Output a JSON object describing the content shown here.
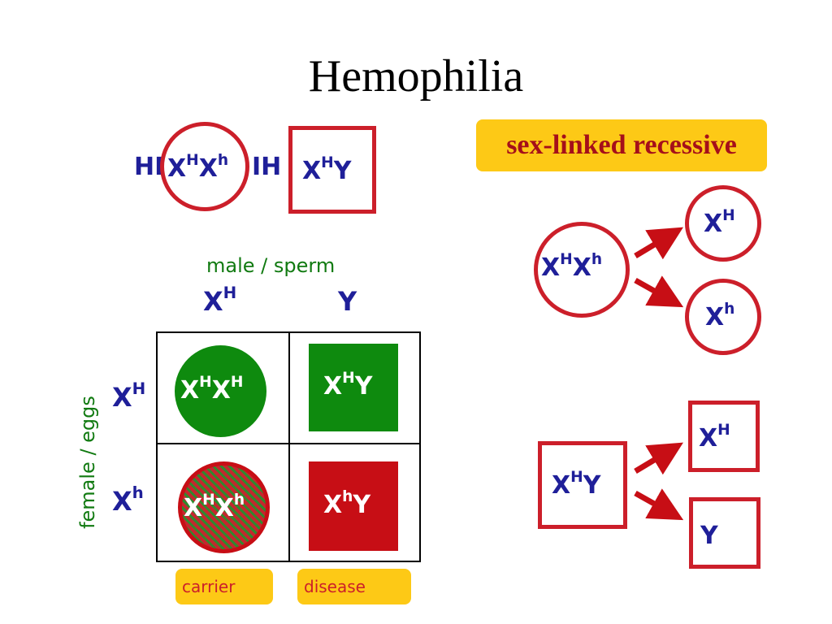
{
  "title": "Hemophilia",
  "parents": {
    "mother_left_partial": "HI",
    "mother_genotype": {
      "base1": "X",
      "sup1": "H",
      "base2": "X",
      "sup2": "h"
    },
    "father_left_partial": "IH",
    "father_genotype": {
      "base1": "X",
      "sup1": "H",
      "base2": "Y"
    }
  },
  "badge": "sex-linked recessive",
  "punnett": {
    "top_label": "male / sperm",
    "side_label": "female / eggs",
    "col_headers": [
      {
        "base": "X",
        "sup": "H"
      },
      {
        "base": "Y",
        "sup": ""
      }
    ],
    "row_headers": [
      {
        "base": "X",
        "sup": "H"
      },
      {
        "base": "X",
        "sup": "h"
      }
    ],
    "cells": [
      {
        "base1": "X",
        "sup1": "H",
        "base2": "X",
        "sup2": "H",
        "shape": "circle",
        "fill": "#0e8a0e"
      },
      {
        "base1": "X",
        "sup1": "H",
        "base2": "Y",
        "sup2": "",
        "shape": "square",
        "fill": "#0e8a0e"
      },
      {
        "base1": "X",
        "sup1": "H",
        "base2": "X",
        "sup2": "h",
        "shape": "circle",
        "fill": "hatched"
      },
      {
        "base1": "X",
        "sup1": "h",
        "base2": "Y",
        "sup2": "",
        "shape": "square",
        "fill": "#c70e15"
      }
    ],
    "legend": [
      "carrier",
      "disease"
    ]
  },
  "female_split": {
    "parent": {
      "base1": "X",
      "sup1": "H",
      "base2": "X",
      "sup2": "h"
    },
    "gametes": [
      {
        "base": "X",
        "sup": "H"
      },
      {
        "base": "X",
        "sup": "h"
      }
    ]
  },
  "male_split": {
    "parent": {
      "base1": "X",
      "sup1": "H",
      "base2": "Y"
    },
    "gametes": [
      {
        "base": "X",
        "sup": "H"
      },
      {
        "base": "Y",
        "sup": ""
      }
    ]
  },
  "colors": {
    "red": "#cc1f2a",
    "green": "#0e8a0e",
    "navy": "#1f1f99",
    "yellow": "#fdc916"
  }
}
